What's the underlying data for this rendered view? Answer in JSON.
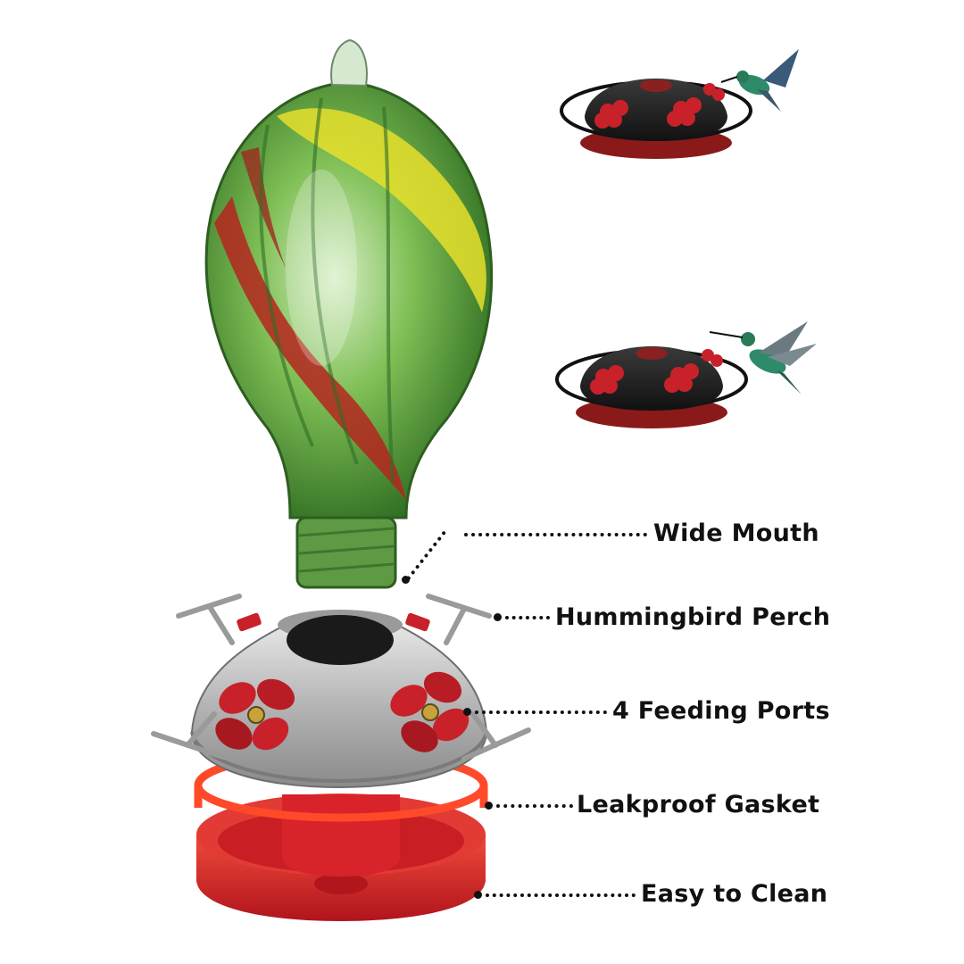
{
  "callouts": {
    "wide_mouth": "Wide Mouth",
    "perch": "Hummingbird Perch",
    "ports": "4 Feeding Ports",
    "gasket": "Leakproof Gasket",
    "clean": "Easy to Clean"
  },
  "colors": {
    "glass_green": "#5aa63c",
    "glass_yellow": "#e8e23a",
    "glass_red": "#b02a22",
    "base_red": "#d8232a",
    "ring_red": "#ee3b2c",
    "metal_silver": "#b8b8b8",
    "flower_red": "#c8212a",
    "label_text": "#111111"
  }
}
